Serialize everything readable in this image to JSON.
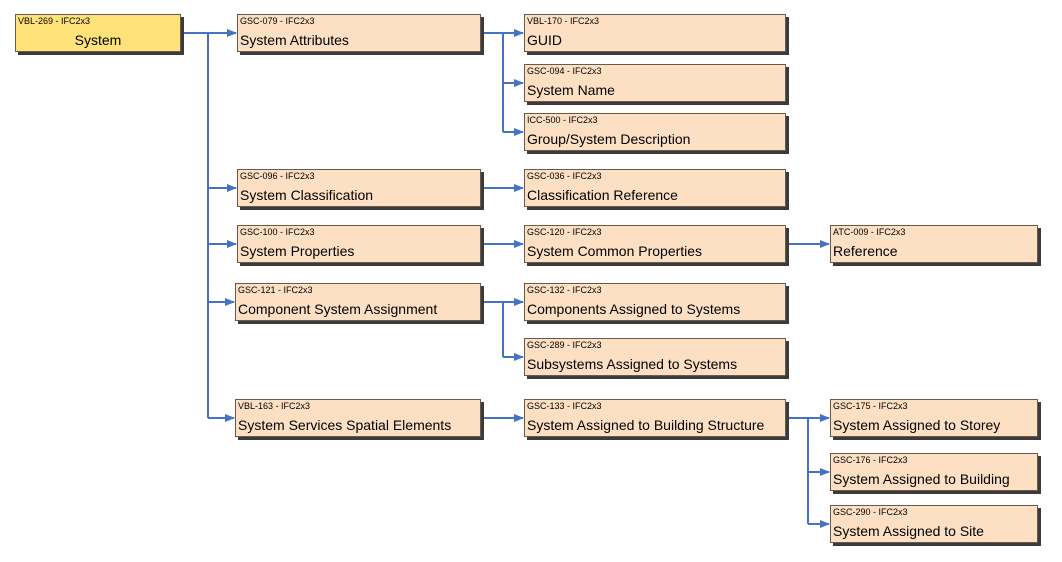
{
  "colors": {
    "node_fill": "#fde0c4",
    "root_fill": "#ffe27a",
    "connector": "#4472c4",
    "shadow": "#3b3b3b"
  },
  "nodes": {
    "system": {
      "code": "VBL-269 - IFC2x3",
      "label": "System"
    },
    "system_attributes": {
      "code": "GSC-079 - IFC2x3",
      "label": "System Attributes"
    },
    "guid": {
      "code": "VBL-170 - IFC2x3",
      "label": "GUID"
    },
    "system_name": {
      "code": "GSC-094 - IFC2x3",
      "label": "System Name"
    },
    "group_system_description": {
      "code": "ICC-500 - IFC2x3",
      "label": "Group/System Description"
    },
    "system_classification": {
      "code": "GSC-096 - IFC2x3",
      "label": "System Classification"
    },
    "classification_reference": {
      "code": "GSC-036 - IFC2x3",
      "label": "Classification Reference"
    },
    "system_properties": {
      "code": "GSC-100 - IFC2x3",
      "label": "System Properties"
    },
    "system_common_properties": {
      "code": "GSC-120 - IFC2x3",
      "label": "System Common Properties"
    },
    "reference": {
      "code": "ATC-009 - IFC2x3",
      "label": "Reference"
    },
    "component_system_assignment": {
      "code": "GSC-121 - IFC2x3",
      "label": "Component System Assignment"
    },
    "components_assigned": {
      "code": "GSC-132 - IFC2x3",
      "label": "Components Assigned to Systems"
    },
    "subsystems_assigned": {
      "code": "GSC-289 - IFC2x3",
      "label": "Subsystems Assigned to Systems"
    },
    "system_services_spatial": {
      "code": "VBL-163 - IFC2x3",
      "label": "System Services Spatial Elements"
    },
    "system_assigned_building_structure": {
      "code": "GSC-133 - IFC2x3",
      "label": "System Assigned to Building Structure"
    },
    "system_assigned_storey": {
      "code": "GSC-175 - IFC2x3",
      "label": "System Assigned to Storey"
    },
    "system_assigned_building": {
      "code": "GSC-176 - IFC2x3",
      "label": "System Assigned to Building"
    },
    "system_assigned_site": {
      "code": "GSC-290 - IFC2x3",
      "label": "System Assigned to Site"
    }
  },
  "edges": [
    {
      "from": "system",
      "to": "system_attributes"
    },
    {
      "from": "system",
      "to": "system_classification"
    },
    {
      "from": "system",
      "to": "system_properties"
    },
    {
      "from": "system",
      "to": "component_system_assignment"
    },
    {
      "from": "system",
      "to": "system_services_spatial"
    },
    {
      "from": "system_attributes",
      "to": "guid"
    },
    {
      "from": "system_attributes",
      "to": "system_name"
    },
    {
      "from": "system_attributes",
      "to": "group_system_description"
    },
    {
      "from": "system_classification",
      "to": "classification_reference"
    },
    {
      "from": "system_properties",
      "to": "system_common_properties"
    },
    {
      "from": "system_common_properties",
      "to": "reference"
    },
    {
      "from": "component_system_assignment",
      "to": "components_assigned"
    },
    {
      "from": "component_system_assignment",
      "to": "subsystems_assigned"
    },
    {
      "from": "system_services_spatial",
      "to": "system_assigned_building_structure"
    },
    {
      "from": "system_assigned_building_structure",
      "to": "system_assigned_storey"
    },
    {
      "from": "system_assigned_building_structure",
      "to": "system_assigned_building"
    },
    {
      "from": "system_assigned_building_structure",
      "to": "system_assigned_site"
    }
  ]
}
